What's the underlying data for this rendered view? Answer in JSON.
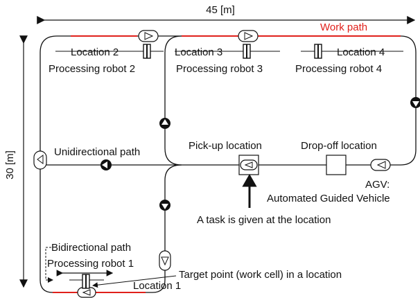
{
  "dimensions": {
    "width_label": "45 [m]",
    "height_label": "30 [m]"
  },
  "work_path": {
    "label": "Work path",
    "color": "#e0201b"
  },
  "locations": [
    {
      "label": "Location 1",
      "robot": "Processing robot 1"
    },
    {
      "label": "Location 2",
      "robot": "Processing robot 2"
    },
    {
      "label": "Location 3",
      "robot": "Processing robot 3"
    },
    {
      "label": "Location 4",
      "robot": "Processing robot 4"
    }
  ],
  "annotations": {
    "unidirectional": "Unidirectional path",
    "bidirectional": "Bidirectional path",
    "pickup": "Pick-up location",
    "dropoff": "Drop-off location",
    "agv_line1": "AGV:",
    "agv_line2": "Automated Guided Vehicle",
    "task": "A task is given at the location",
    "target": "Target point (work cell) in a location"
  },
  "icons": {
    "arrow_marker": "filled-circle-arrow-icon",
    "agv": "agv-vehicle-icon",
    "robot": "robot-workcell-icon"
  },
  "colors": {
    "line": "#111111",
    "work_path": "#e0201b"
  }
}
